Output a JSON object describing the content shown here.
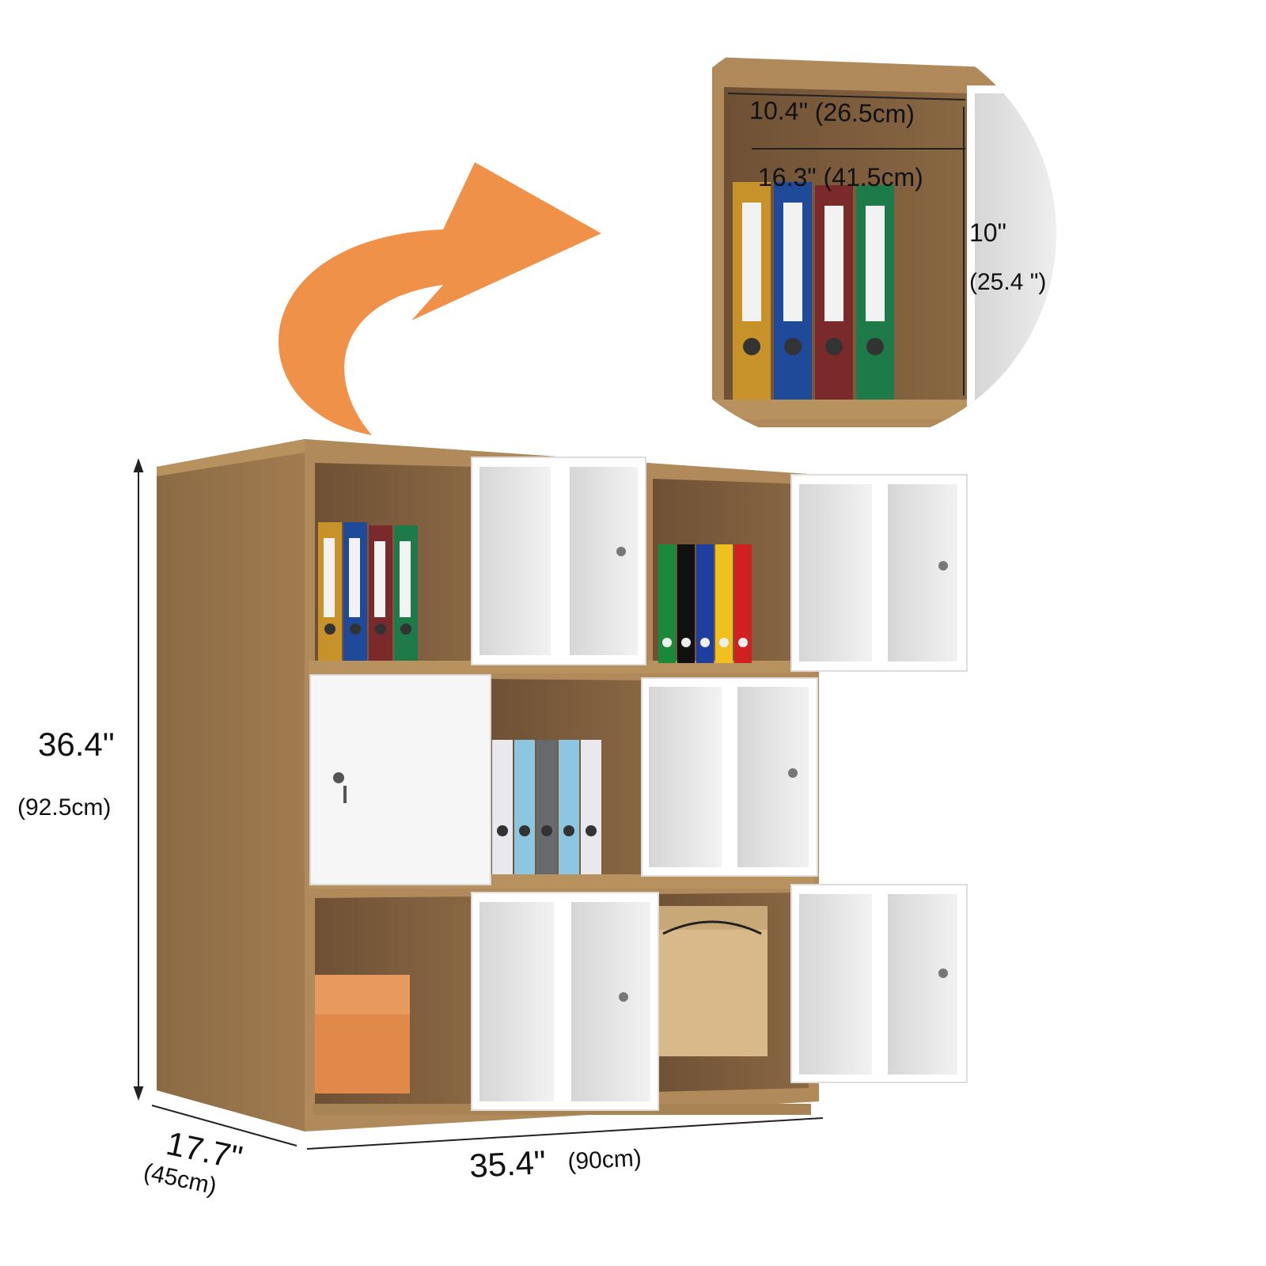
{
  "dimensions": {
    "height_in": "36.4\"",
    "height_cm": "(92.5cm)",
    "width_in": "35.4\"",
    "width_cm": "(90cm)",
    "depth_in": "17.7\"",
    "depth_cm": "(45cm)"
  },
  "zoom": {
    "compartment_width": "10.4\" (26.5cm)",
    "compartment_depth": "16.3\" (41.5cm)",
    "compartment_height_in": "10\"",
    "compartment_height_cm": "(25.4 \")"
  },
  "colors": {
    "wood": "#b08a5a",
    "wood_dark": "#8c6a42",
    "interior": "#7a5a3a",
    "door": "#e8e8e8",
    "door_frame": "#ffffff",
    "arrow": "#f0914a",
    "box_orange": "#e0894a",
    "box_kraft": "#d9b98a"
  }
}
